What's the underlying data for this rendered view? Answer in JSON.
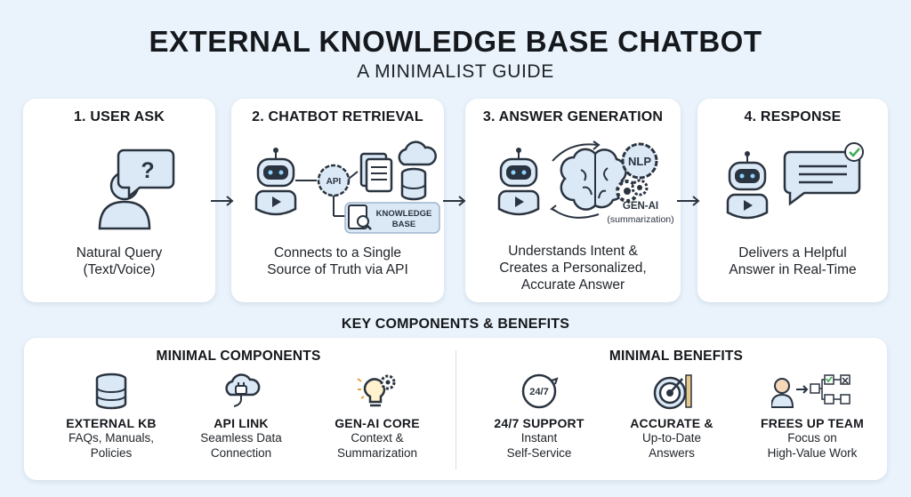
{
  "header": {
    "title": "EXTERNAL KNOWLEDGE BASE CHATBOT",
    "subtitle": "A MINIMALIST GUIDE"
  },
  "steps": [
    {
      "heading": "1. USER ASK",
      "desc_lines": [
        "Natural Query",
        "(Text/Voice)"
      ]
    },
    {
      "heading": "2. CHATBOT RETRIEVAL",
      "desc_lines": [
        "Connects to a Single",
        "Source of Truth via API"
      ],
      "labels": {
        "api": "API",
        "kb_line1": "KNOWLEDGE",
        "kb_line2": "BASE"
      }
    },
    {
      "heading": "3. ANSWER GENERATION",
      "desc_lines": [
        "Understands Intent &",
        "Creates a Personalized,",
        "Accurate Answer"
      ],
      "labels": {
        "nlp": "NLP",
        "genai": "GEN-AI",
        "genai_sub": "(summarization)"
      }
    },
    {
      "heading": "4. RESPONSE",
      "desc_lines": [
        "Delivers a Helpful",
        "Answer in Real-Time"
      ]
    }
  ],
  "section": {
    "title": "KEY COMPONENTS & BENEFITS"
  },
  "components": {
    "title": "MINIMAL COMPONENTS",
    "items": [
      {
        "name": "EXTERNAL KB",
        "desc_lines": [
          "FAQs, Manuals,",
          "Policies"
        ],
        "icon": "database-icon"
      },
      {
        "name": "API LINK",
        "desc_lines": [
          "Seamless Data",
          "Connection"
        ],
        "icon": "cloud-plug-icon"
      },
      {
        "name": "GEN-AI CORE",
        "desc_lines": [
          "Context &",
          "Summarization"
        ],
        "icon": "bulb-gear-icon"
      }
    ]
  },
  "benefits": {
    "title": "MINIMAL BENEFITS",
    "items": [
      {
        "name": "24/7 SUPPORT",
        "desc_lines": [
          "Instant",
          "Self-Service"
        ],
        "icon": "clock-24-7-icon",
        "icon_text": "24/7"
      },
      {
        "name": "ACCURATE &",
        "desc_lines": [
          "Up-to-Date",
          "Answers"
        ],
        "icon": "target-icon"
      },
      {
        "name": "FREES UP TEAM",
        "desc_lines": [
          "Focus on",
          "High-Value Work"
        ],
        "icon": "person-workflow-icon"
      }
    ]
  },
  "colors": {
    "background": "#eaf3fb",
    "card": "#ffffff",
    "icon_fill": "#dbe8f5",
    "icon_stroke": "#2a3440",
    "accent_green": "#3fae5a",
    "accent_gold": "#e6a23c"
  }
}
